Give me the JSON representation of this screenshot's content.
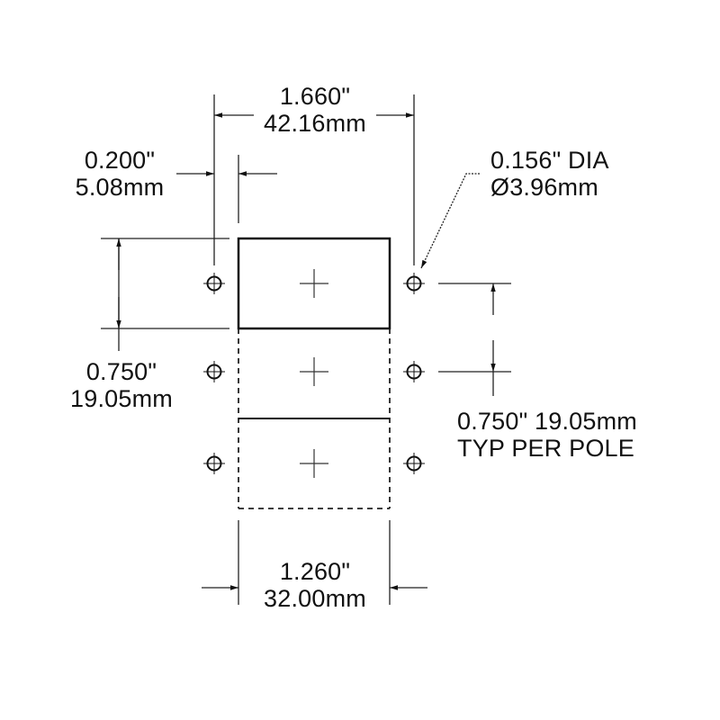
{
  "dimensions": {
    "overall_width": {
      "inch": "1.660\"",
      "mm": "42.16mm"
    },
    "edge_offset": {
      "inch": "0.200\"",
      "mm": "5.08mm"
    },
    "hole_diameter": {
      "inch": "0.156\" DIA",
      "mm": "Ø3.96mm"
    },
    "pole_height_left": {
      "inch": "0.750\"",
      "mm": "19.05mm"
    },
    "pole_pitch": {
      "line1": "0.750\" 19.05mm",
      "line2": "TYP PER POLE"
    },
    "cutout_width": {
      "inch": "1.260\"",
      "mm": "32.00mm"
    }
  },
  "layout": {
    "poles": 3,
    "holes_per_pole": 2,
    "line_color": "#111111",
    "background": "#ffffff"
  }
}
